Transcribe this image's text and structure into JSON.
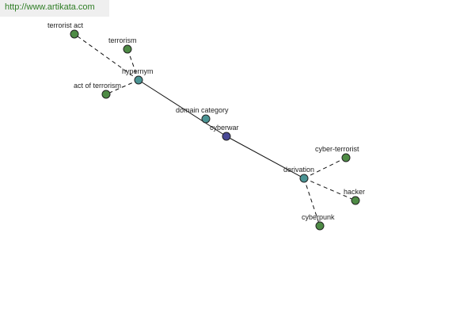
{
  "header": {
    "url": "http://www.artikata.com"
  },
  "graph": {
    "root": {
      "id": "cyberwar",
      "label": "cyberwar"
    },
    "relations": [
      {
        "id": "hypernym",
        "label": "hypernym"
      },
      {
        "id": "domain_category",
        "label": "domain category"
      },
      {
        "id": "derivation",
        "label": "derivation"
      }
    ],
    "leaves": [
      {
        "id": "terrorist_act",
        "label": "terrorist act",
        "relation": "hypernym"
      },
      {
        "id": "terrorism",
        "label": "terrorism",
        "relation": "hypernym"
      },
      {
        "id": "act_of_terrorism",
        "label": "act of terrorism",
        "relation": "hypernym"
      },
      {
        "id": "cyber_terrorist",
        "label": "cyber-terrorist",
        "relation": "derivation"
      },
      {
        "id": "hacker",
        "label": "hacker",
        "relation": "derivation"
      },
      {
        "id": "cyberpunk",
        "label": "cyberpunk",
        "relation": "derivation"
      }
    ],
    "colors": {
      "leaf": "#4e8b45",
      "relation": "#4a9494",
      "root": "#4a4a96",
      "url_text": "#2e7d24"
    }
  }
}
